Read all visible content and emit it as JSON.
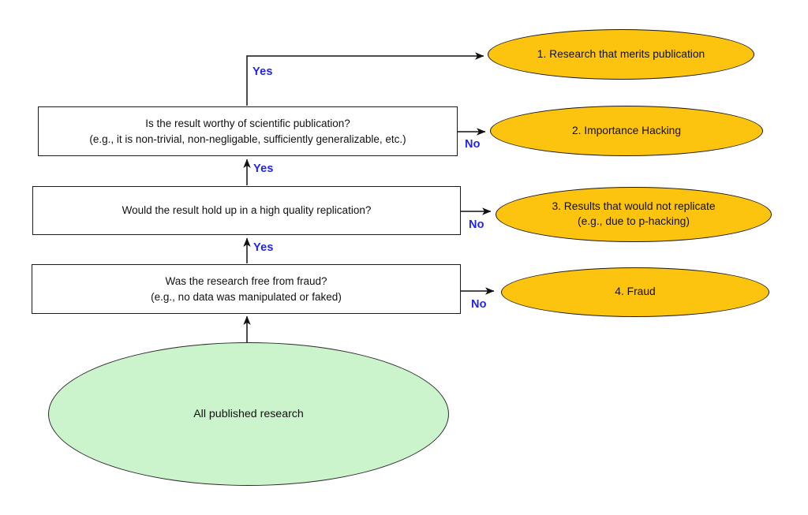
{
  "source": {
    "label": "All published research"
  },
  "decisions": {
    "publication": {
      "line1": "Is the result worthy of scientific publication?",
      "line2": "(e.g., it is non-trivial, non-negligable, sufficiently generalizable, etc.)"
    },
    "replication": {
      "line1": "Would the result hold up in a high quality replication?"
    },
    "fraud": {
      "line1": "Was the research free from fraud?",
      "line2": "(e.g., no data was manipulated or faked)"
    }
  },
  "outcomes": {
    "one": {
      "line1": "1. Research that merits publication"
    },
    "two": {
      "line1": "2. Importance Hacking"
    },
    "three": {
      "line1": "3. Results that would not replicate",
      "line2": "(e.g., due to p-hacking)"
    },
    "four": {
      "line1": "4. Fraud"
    }
  },
  "edges": {
    "yes_label": "Yes",
    "no_label": "No"
  },
  "colors": {
    "outcome_fill": "#FCC30F",
    "source_fill": "#CCF4CC",
    "edge_label_blue": "#2222EE",
    "stroke": "#111111"
  }
}
